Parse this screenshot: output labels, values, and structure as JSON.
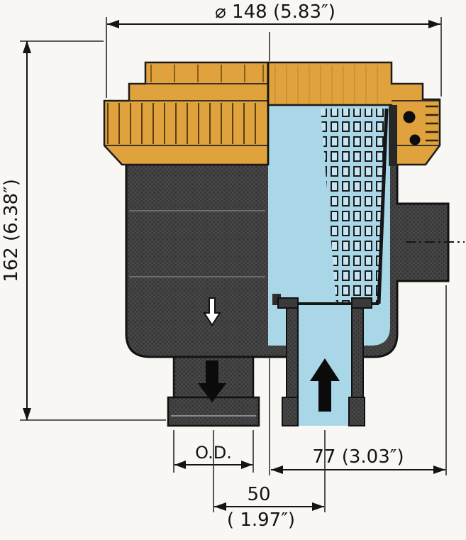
{
  "drawing": {
    "dimensions": {
      "top_diameter": "⌀ 148 (5.83″)",
      "left_height": "162 (6.38″)",
      "outlet_od": "O.D.",
      "port_offset": "77 (3.03″)",
      "pipe_spacing_mm": "50",
      "pipe_spacing_in": "( 1.97″)"
    },
    "flow": {
      "inlet_icon": "up-arrow",
      "outlet_icon": "down-arrow",
      "internal_icon": "down-arrow-outline"
    },
    "colors": {
      "lid": "#DFA23C",
      "water": "#A9D7E8",
      "housing": "#454545",
      "line": "#141414",
      "background": "#F8F7F4"
    }
  }
}
